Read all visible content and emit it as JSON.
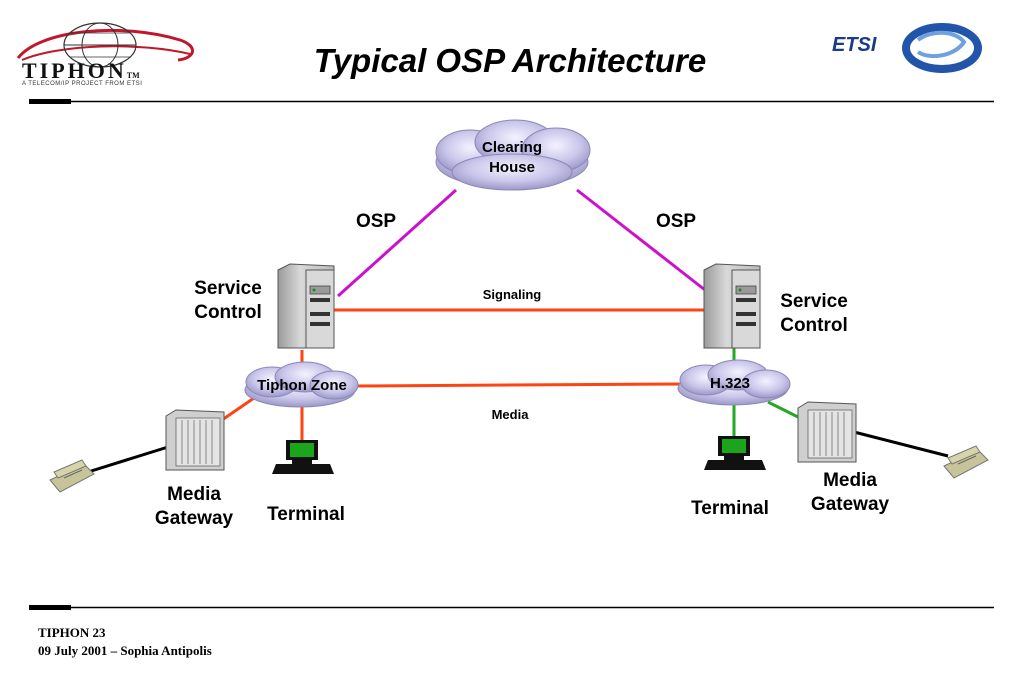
{
  "slide": {
    "title": "Typical OSP Architecture",
    "logo_left": {
      "text": "TIPHON",
      "tm": "TM",
      "tagline": "A TELECOM/IP PROJECT FROM ETSI"
    },
    "logo_right": {
      "text": "ETSI"
    }
  },
  "diagram": {
    "clearing_house": "Clearing House",
    "osp_left": "OSP",
    "osp_right": "OSP",
    "signaling": "Signaling",
    "media": "Media",
    "service_control_left": "Service Control",
    "service_control_right": "Service Control",
    "tiphon_zone": "Tiphon Zone",
    "h323": "H.323",
    "media_gateway_left": "Media Gateway",
    "media_gateway_right": "Media Gateway",
    "terminal_left": "Terminal",
    "terminal_right": "Terminal"
  },
  "colors": {
    "osp_line": "#cc11cc",
    "signaling_line": "#ff4411",
    "h323_line": "#22aa22",
    "phone_line": "#000000"
  },
  "footer": {
    "line1": "TIPHON 23",
    "line2": "09 July 2001 – Sophia Antipolis"
  }
}
